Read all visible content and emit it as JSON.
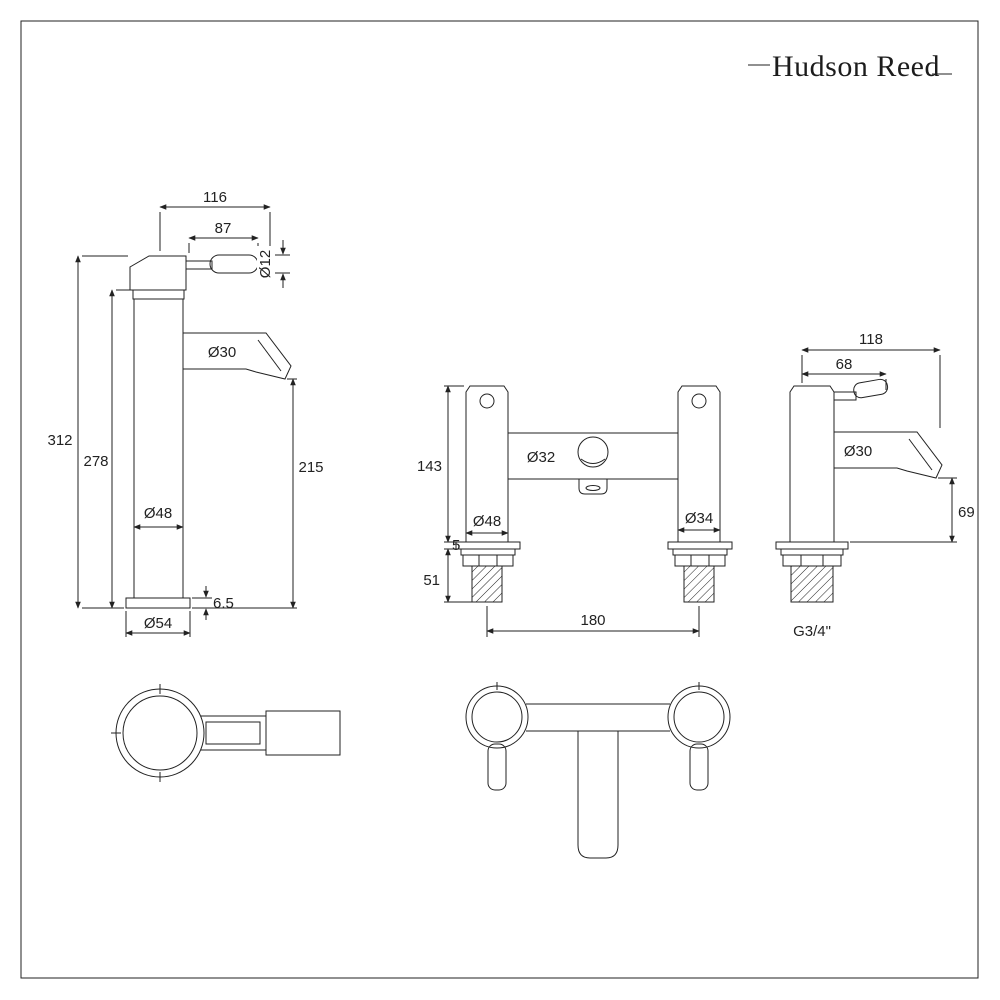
{
  "brand": {
    "name": "Hudson Reed"
  },
  "tall_tap": {
    "dims": {
      "total_width": "116",
      "handle_length": "87",
      "handle_dia": "Ø12",
      "total_height": "312",
      "body_height": "278",
      "spout_dia": "Ø30",
      "spout_height": "215",
      "body_dia": "Ø48",
      "base_height": "6.5",
      "base_dia": "Ø54"
    }
  },
  "bath_filler_front": {
    "dims": {
      "body_height": "143",
      "center_body_dia": "Ø32",
      "left_flange_dia": "Ø48",
      "right_flange_dia": "Ø34",
      "deck_thickness": "5",
      "shank_length": "51",
      "tap_centres": "180"
    }
  },
  "bath_filler_side": {
    "dims": {
      "total_depth": "118",
      "handle_length": "68",
      "spout_dia": "Ø30",
      "spout_clearance": "69",
      "thread_size": "G3/4\""
    }
  }
}
